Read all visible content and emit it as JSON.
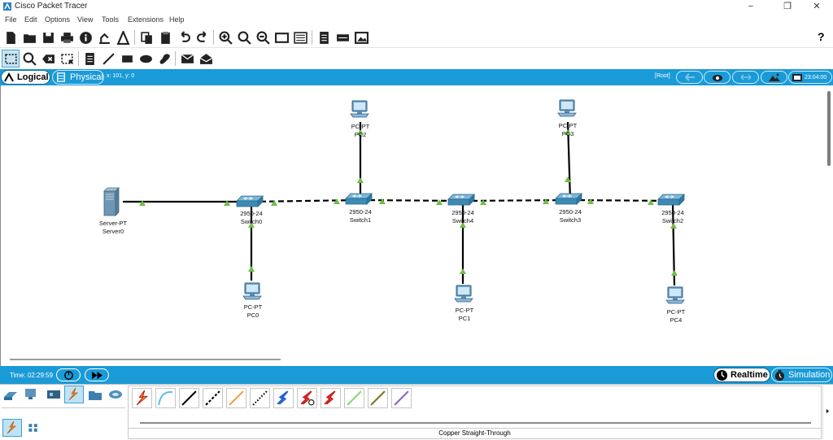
{
  "window": {
    "title": "Cisco Packet Tracer",
    "minimize": "−",
    "restore": "❐",
    "close": "✕"
  },
  "menu": [
    "File",
    "Edit",
    "Options",
    "View",
    "Tools",
    "Extensions",
    "Help"
  ],
  "toolbar": {
    "help_label": "?"
  },
  "tabs": {
    "logical": "Logical",
    "physical": "Physical",
    "coords": "x: 101, y: 0",
    "root": "[Root]",
    "clock": "23:04:00"
  },
  "devices": [
    {
      "type": "Server-PT",
      "name": "Server0"
    },
    {
      "type": "2950-24",
      "name": "Switch0"
    },
    {
      "type": "2950-24",
      "name": "Switch1"
    },
    {
      "type": "2950-24",
      "name": "Switch4"
    },
    {
      "type": "2950-24",
      "name": "Switch3"
    },
    {
      "type": "2950-24",
      "name": "Switch2"
    },
    {
      "type": "PC-PT",
      "name": "PC0"
    },
    {
      "type": "PC-PT",
      "name": "PC1"
    },
    {
      "type": "PC-PT",
      "name": "PC2"
    },
    {
      "type": "PC-PT",
      "name": "PC3"
    },
    {
      "type": "PC-PT",
      "name": "PC4"
    }
  ],
  "status": {
    "time": "Time: 02:29:59",
    "realtime": "Realtime",
    "simulation": "Simulation"
  },
  "bottom": {
    "cable_label": "Copper Straight-Through"
  },
  "colors": {
    "accent": "#1a9bd7",
    "link_up": "#6fbe44",
    "console": "#5bc0f0"
  }
}
